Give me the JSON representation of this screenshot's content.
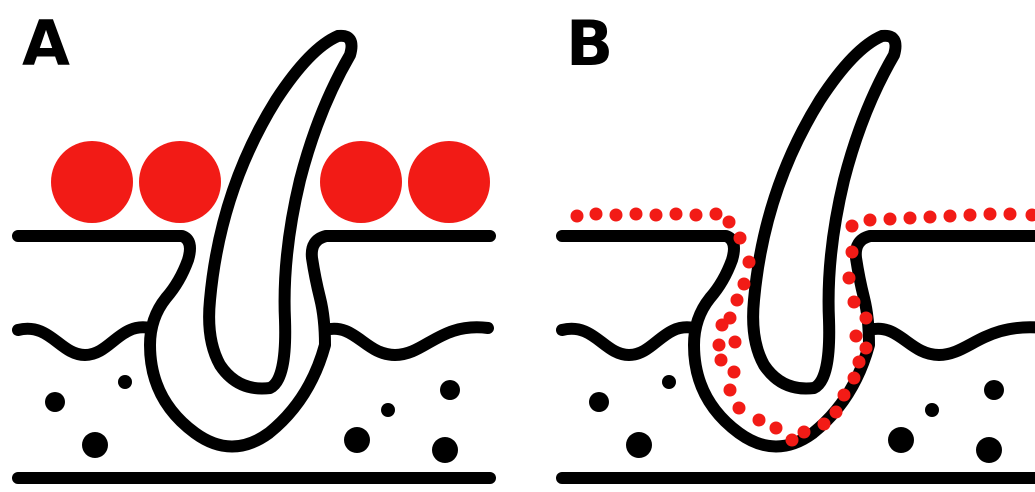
{
  "panels": [
    {
      "label": "A",
      "particles": "large"
    },
    {
      "label": "B",
      "particles": "small"
    }
  ],
  "colors": {
    "particle": "#f21b16",
    "line": "#000000",
    "background": "#ffffff"
  },
  "icons": [
    "hair-follicle-icon",
    "skin-surface-icon",
    "particle-icon"
  ]
}
